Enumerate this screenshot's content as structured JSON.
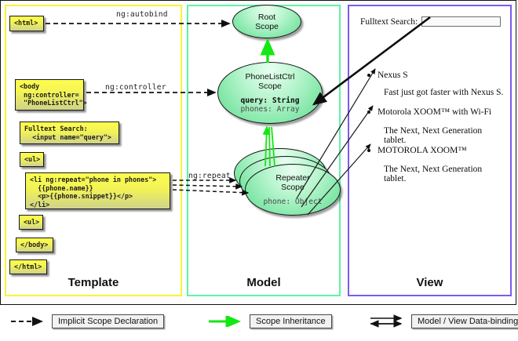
{
  "columns": [
    {
      "id": "template",
      "label": "Template",
      "accent": "#f6f43c"
    },
    {
      "id": "model",
      "label": "Model",
      "accent": "#5ff2a8"
    },
    {
      "id": "view",
      "label": "View",
      "accent": "#7a5cf0"
    }
  ],
  "template": {
    "notes": [
      {
        "name": "html-open",
        "code": "<html>"
      },
      {
        "name": "body-open",
        "code": "<body\n ng:controller=\n \"PhoneListCtrl\">"
      },
      {
        "name": "fulltext-search-snippet",
        "code": "Fulltext Search:\n  <input name=\"query\">"
      },
      {
        "name": "ul-open",
        "code": "<ul>"
      },
      {
        "name": "li-repeat",
        "code": "<li ng:repeat=\"phone in phones\">\n  {{phone.name}}\n  <p>{{phone.snippet}}</p>\n</li>"
      },
      {
        "name": "ul-close",
        "code": "<ul>"
      },
      {
        "name": "body-close",
        "code": "</body>"
      },
      {
        "name": "html-close",
        "code": "</html>"
      }
    ]
  },
  "edge_labels": {
    "autobind": "ng:autobind",
    "controller": "ng:controller",
    "repeat": "ng:repeat"
  },
  "model": {
    "scopes": [
      {
        "name": "root-scope",
        "title": "Root\nScope",
        "title_lines": [
          "Root",
          "Scope"
        ],
        "properties": []
      },
      {
        "name": "phonelistctrl-scope",
        "title_lines": [
          "PhoneListCtrl",
          "Scope"
        ],
        "properties": [
          {
            "text": "query: String",
            "emphasis": "bold"
          },
          {
            "text": "phones: Array",
            "emphasis": "dim"
          }
        ]
      },
      {
        "name": "repeater-scope",
        "title_lines": [
          "Repeater",
          "Scope"
        ],
        "properties": [
          {
            "text": "phone: Object",
            "emphasis": "dim"
          }
        ],
        "stack_count": 3
      }
    ]
  },
  "view": {
    "search": {
      "label": "Fulltext Search:",
      "value": "",
      "placeholder": ""
    },
    "phones": [
      {
        "name": "Nexus S",
        "snippet": "Fast just got faster with Nexus S."
      },
      {
        "name": "Motorola XOOM™  with Wi-Fi",
        "snippet": "The Next, Next Generation tablet."
      },
      {
        "name": "MOTOROLA XOOM™",
        "snippet": "The Next, Next Generation tablet."
      }
    ]
  },
  "legend": [
    {
      "name": "implicit-scope-declaration",
      "label": "Implicit Scope Declaration",
      "style": "dashed-arrow",
      "color": "#121212"
    },
    {
      "name": "scope-inheritance",
      "label": "Scope Inheritance",
      "style": "solid-arrow",
      "color": "#12e812"
    },
    {
      "name": "model-view-data-binding",
      "label": "Model / View Data-binding",
      "style": "double-arrow",
      "color": "#121212"
    }
  ]
}
